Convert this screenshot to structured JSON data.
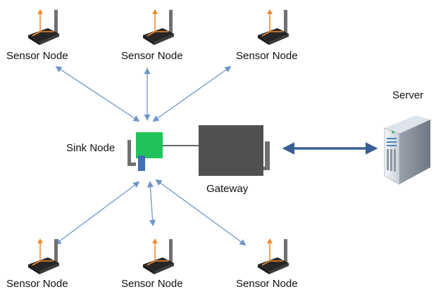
{
  "sensor_nodes": [
    {
      "label": "Sensor Node"
    },
    {
      "label": "Sensor Node"
    },
    {
      "label": "Sensor Node"
    },
    {
      "label": "Sensor Node"
    },
    {
      "label": "Sensor Node"
    },
    {
      "label": "Sensor Node"
    }
  ],
  "sink_node": {
    "label": "Sink Node",
    "color": "#1fc35a"
  },
  "gateway": {
    "label": "Gateway",
    "color": "#505050"
  },
  "server": {
    "label": "Server"
  },
  "colors": {
    "link": "#6f95c9",
    "backhaul": "#3a5f93",
    "arrow_up": "#ef8a2f",
    "sensor_body": "#262626",
    "antenna": "#707070",
    "sink_port": "#3f6fb6"
  }
}
